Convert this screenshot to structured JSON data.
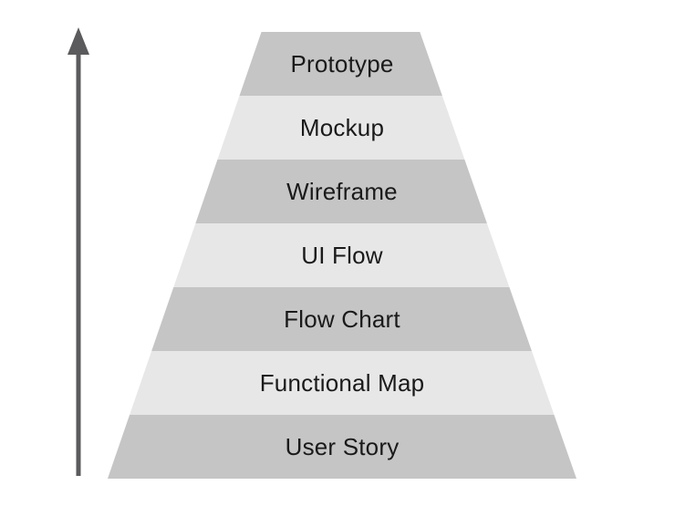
{
  "diagram": {
    "type": "pyramid",
    "description": "Design deliverables pyramid with upward arrow",
    "background": "#ffffff",
    "text_color": "#1a1a1a"
  },
  "arrow": {
    "direction": "up",
    "color": "#5b5b5d"
  },
  "layers": [
    {
      "label": "Prototype",
      "color": "#c5c5c5"
    },
    {
      "label": "Mockup",
      "color": "#e7e7e7"
    },
    {
      "label": "Wireframe",
      "color": "#c5c5c5"
    },
    {
      "label": "UI Flow",
      "color": "#e7e7e7"
    },
    {
      "label": "Flow Chart",
      "color": "#c5c5c5"
    },
    {
      "label": "Functional Map",
      "color": "#e7e7e7"
    },
    {
      "label": "User Story",
      "color": "#c5c5c5"
    }
  ]
}
